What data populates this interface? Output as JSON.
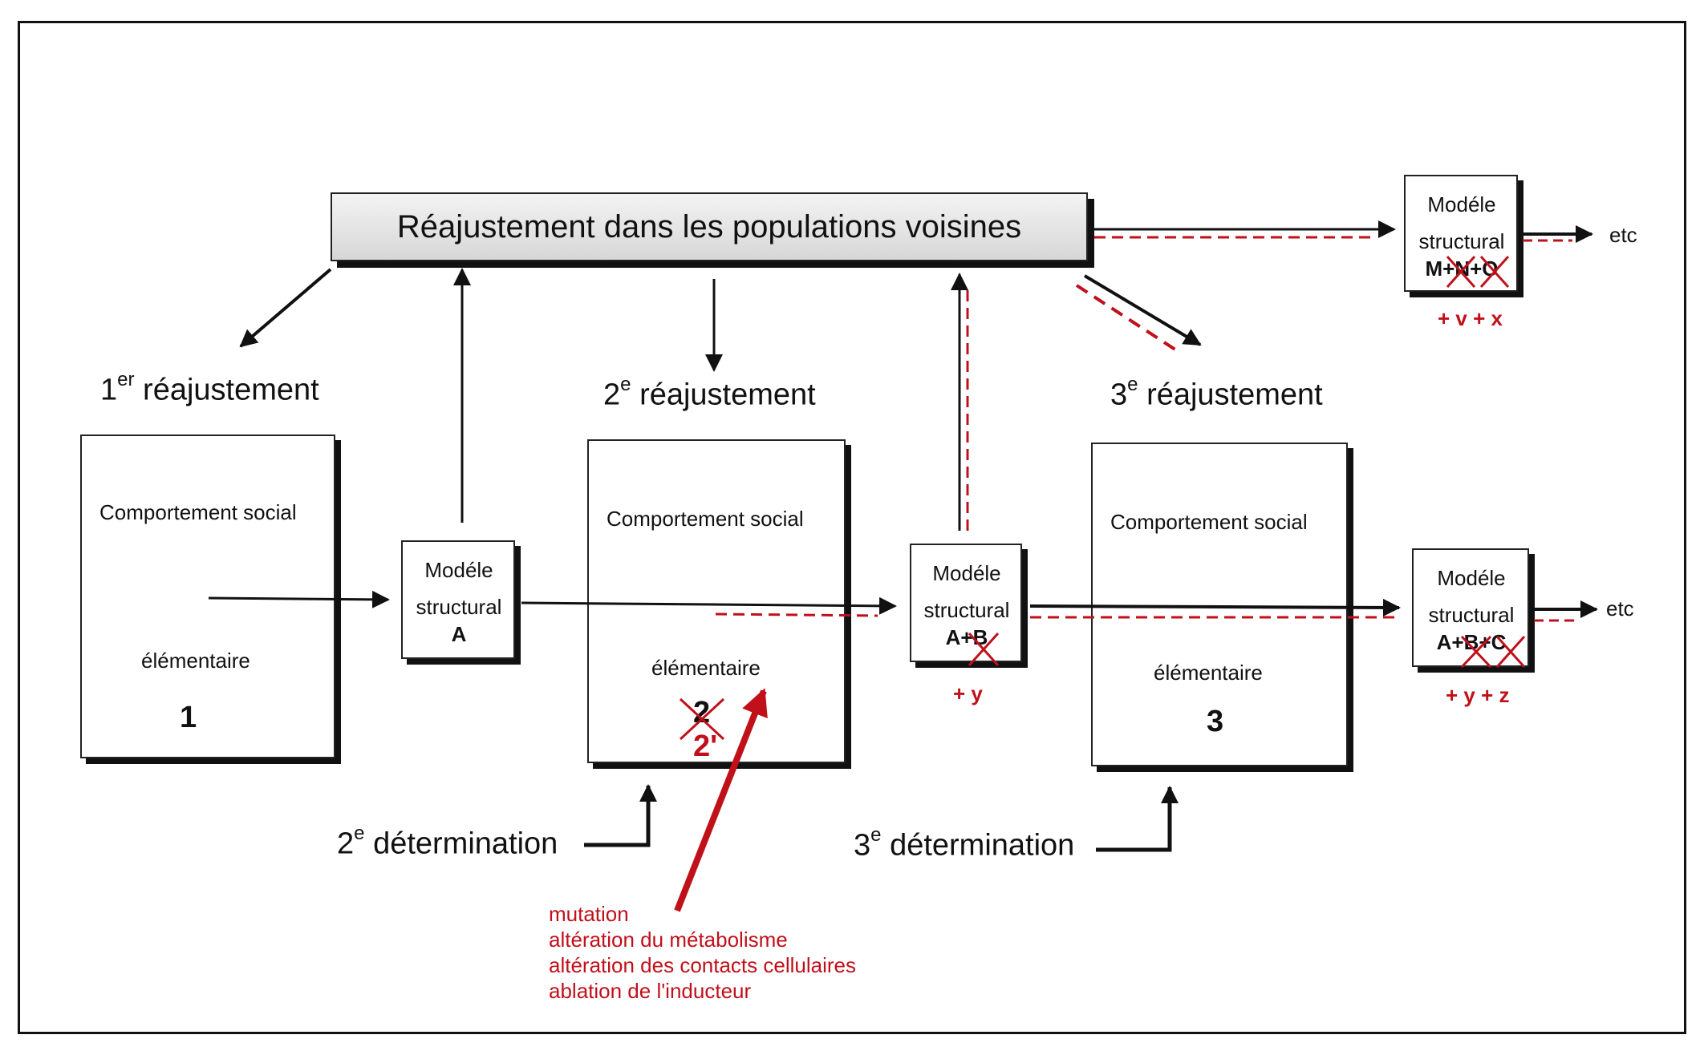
{
  "banner": {
    "title": "Réajustement  dans les populations voisines"
  },
  "stages": [
    {
      "ordinal": "1",
      "sup": "er",
      "heading": "réajustement",
      "top_label": "Comportement social",
      "bottom_label": "élémentaire",
      "number": "1"
    },
    {
      "ordinal": "2",
      "sup": "e",
      "heading": "réajustement",
      "top_label": "Comportement social",
      "bottom_label": "élémentaire",
      "number": "2",
      "number_alt": "2'"
    },
    {
      "ordinal": "3",
      "sup": "e",
      "heading": "réajustement",
      "top_label": "Comportement social",
      "bottom_label": "élémentaire",
      "number": "3"
    }
  ],
  "models": [
    {
      "line1": "Modéle",
      "line2": "structural",
      "line3": "A",
      "extra": ""
    },
    {
      "line1": "Modéle",
      "line2": "structural",
      "line3a": "A+",
      "line3b": "B",
      "extra": "+ y"
    },
    {
      "line1": "Modéle",
      "line2": "structural",
      "line3a": "A+",
      "line3b": "B",
      "line3c": "+",
      "line3d": "C",
      "extra": "+ y + z"
    },
    {
      "line1": "Modéle",
      "line2": "structural",
      "line3a": "M+",
      "line3b": "N",
      "line3c": "+",
      "line3d": "O",
      "extra": "+ v + x"
    }
  ],
  "etc_labels": [
    "etc",
    "etc"
  ],
  "determinations": [
    {
      "ordinal": "2",
      "sup": "e",
      "label": "détermination"
    },
    {
      "ordinal": "3",
      "sup": "e",
      "label": "détermination"
    }
  ],
  "causes": [
    "mutation",
    "altération du métabolisme",
    "altération des contacts cellulaires",
    "ablation de l'inducteur"
  ],
  "colors": {
    "accent": "#c0101a",
    "line": "#111111"
  }
}
